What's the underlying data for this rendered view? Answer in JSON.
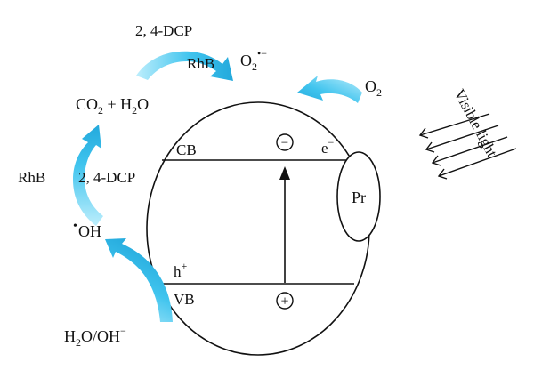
{
  "labels": {
    "dcp_top": "2, 4-DCP",
    "rhb_top": "RhB",
    "o2_radical_base": "O",
    "o2_radical_sub": "2",
    "o2_radical_sup": "•−",
    "o2_base": "O",
    "o2_sub": "2",
    "co2_base": "CO",
    "co2_sub": "2",
    "co2_mid": " + H",
    "h2o_sub": "2",
    "h2o_end": "O",
    "rhb_left": "RhB",
    "dcp_left": "2, 4-DCP",
    "oh_dot": "•",
    "oh_text": "OH",
    "cb": "CB",
    "vb": "VB",
    "electron_base": "e",
    "electron_sup": "−",
    "hole_base": "h",
    "hole_sup": "+",
    "pr": "Pr",
    "visible_light": "Visible light",
    "water_base": "H",
    "water_sub": "2",
    "water_end": "O/OH",
    "water_sup": "−",
    "minus_sign": "−",
    "plus_sign": "+"
  },
  "colors": {
    "arrow_fill": "#40c4ee",
    "arrow_light": "#bdeefc",
    "line": "#111111"
  }
}
